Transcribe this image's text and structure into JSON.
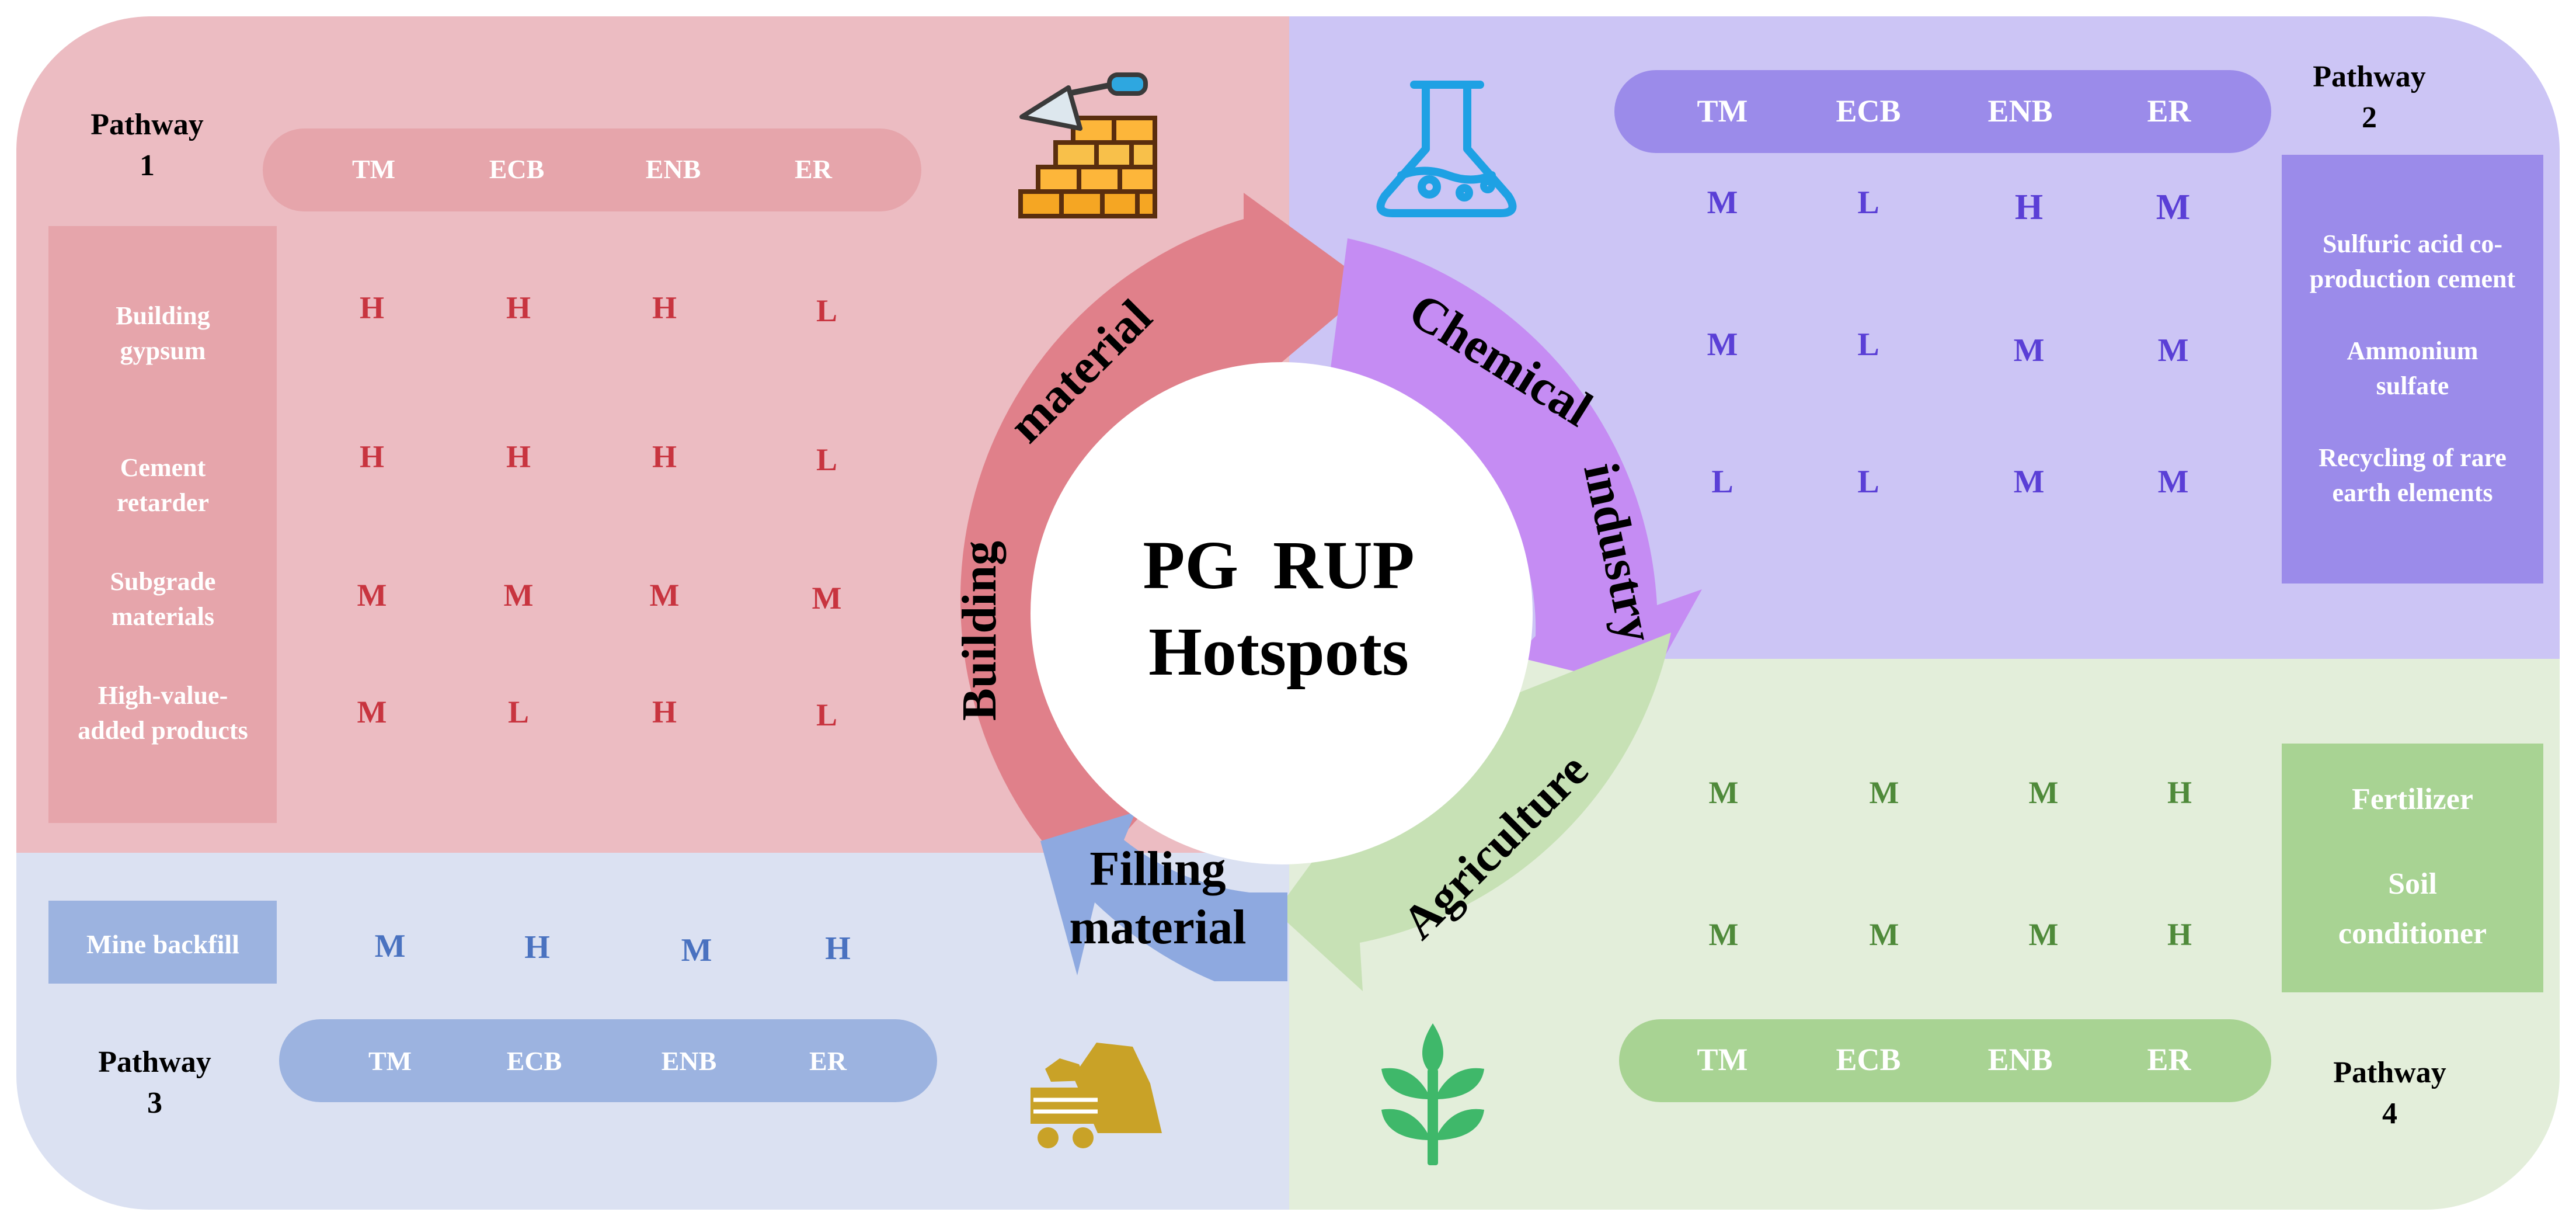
{
  "center": {
    "line1": "PG  RUP",
    "line2": "Hotspots"
  },
  "arrows": {
    "building": {
      "word1": "Building",
      "word2": "material"
    },
    "chemical": {
      "word1": "Chemical",
      "word2": "industry"
    },
    "agriculture": {
      "word1": "Agriculture"
    },
    "filling": {
      "word1": "Filling",
      "word2": "material"
    }
  },
  "metrics": [
    "TM",
    "ECB",
    "ENB",
    "ER"
  ],
  "pathways": {
    "p1": {
      "label_line1": "Pathway",
      "label_line2": "1",
      "items": [
        {
          "name_line1": "Building",
          "name_line2": "gypsum",
          "ratings": [
            "H",
            "H",
            "H",
            "L"
          ]
        },
        {
          "name_line1": "Cement",
          "name_line2": "retarder",
          "ratings": [
            "H",
            "H",
            "H",
            "L"
          ]
        },
        {
          "name_line1": "Subgrade",
          "name_line2": "materials",
          "ratings": [
            "M",
            "M",
            "M",
            "M"
          ]
        },
        {
          "name_line1": "High-value-",
          "name_line2": "added products",
          "ratings": [
            "M",
            "L",
            "H",
            "L"
          ]
        }
      ]
    },
    "p2": {
      "label_line1": "Pathway",
      "label_line2": "2",
      "items": [
        {
          "name_line1": "Sulfuric acid co-",
          "name_line2": "production cement",
          "ratings": [
            "M",
            "L",
            "H",
            "M"
          ]
        },
        {
          "name_line1": "Ammonium",
          "name_line2": "sulfate",
          "ratings": [
            "M",
            "L",
            "M",
            "M"
          ]
        },
        {
          "name_line1": "Recycling of rare",
          "name_line2": "earth elements",
          "ratings": [
            "L",
            "L",
            "M",
            "M"
          ]
        }
      ]
    },
    "p3": {
      "label_line1": "Pathway",
      "label_line2": "3",
      "items": [
        {
          "name_line1": "Mine backfill",
          "ratings": [
            "M",
            "H",
            "M",
            "H"
          ]
        }
      ]
    },
    "p4": {
      "label_line1": "Pathway",
      "label_line2": "4",
      "items": [
        {
          "name_line1": "Fertilizer",
          "ratings": [
            "M",
            "M",
            "M",
            "H"
          ]
        },
        {
          "name_line1": "Soil",
          "name_line2": "conditioner",
          "ratings": [
            "M",
            "M",
            "M",
            "H"
          ]
        }
      ]
    }
  },
  "colors": {
    "q1_bg": "#ECBCC2",
    "q1_pill": "#E6A5AB",
    "q1_text": "#C8343F",
    "q2_bg": "#CCC5F5",
    "q2_pill": "#9B8BEA",
    "q2_text": "#5A3FD6",
    "q3_bg": "#DBE1F2",
    "q3_pill": "#9CB3E0",
    "q3_text": "#4A72C0",
    "q4_bg": "#E3EEDA",
    "q4_pill": "#A8D393",
    "q4_text": "#4F8A3A",
    "arrow_building": "#E0808A",
    "arrow_chemical": "#C58CF3",
    "arrow_agriculture": "#C7E1B5",
    "arrow_filling": "#8EA9E0"
  },
  "icons": [
    "brick-wall-icon",
    "flask-icon",
    "mining-cart-icon",
    "plant-icon"
  ]
}
